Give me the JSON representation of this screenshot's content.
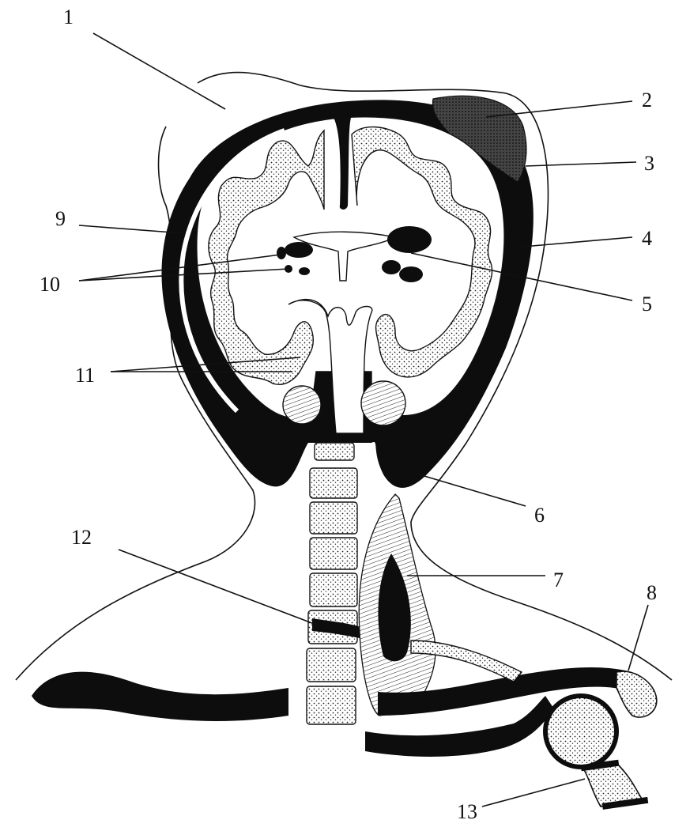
{
  "labels": {
    "l1": "1",
    "l2": "2",
    "l3": "3",
    "l4": "4",
    "l5": "5",
    "l6": "6",
    "l7": "7",
    "l8": "8",
    "l9": "9",
    "l10": "10",
    "l11": "11",
    "l12": "12",
    "l13": "13"
  },
  "colors": {
    "ink": "#0d0d0d",
    "paper": "#ffffff"
  }
}
